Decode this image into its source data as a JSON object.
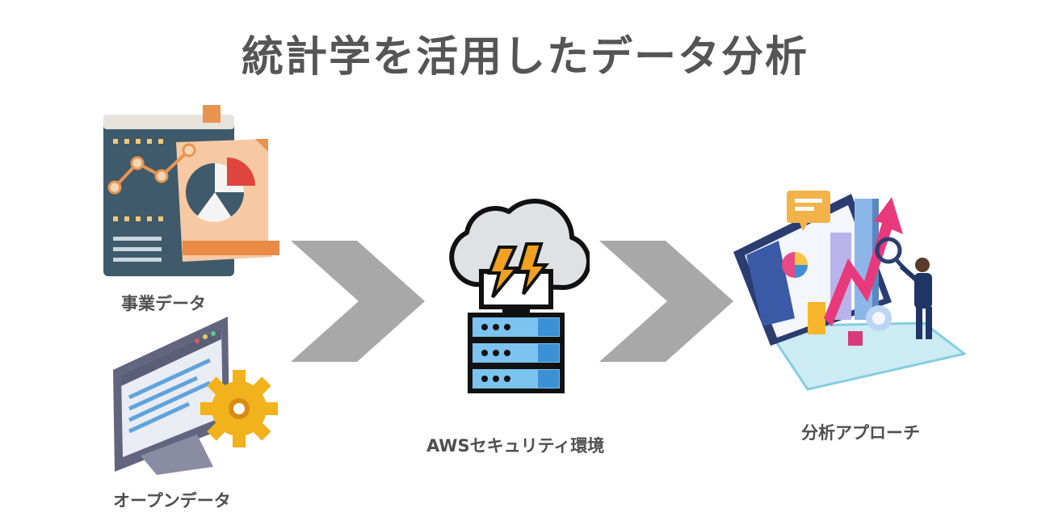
{
  "title": "統計学を活用したデータ分析",
  "nodes": {
    "business_data": {
      "label": "事業データ",
      "icon": "business-report-icon"
    },
    "open_data": {
      "label": "オープンデータ",
      "icon": "monitor-settings-icon"
    },
    "aws": {
      "label": "AWSセキュリティ環境",
      "icon": "cloud-server-icon"
    },
    "analysis": {
      "label": "分析アプローチ",
      "icon": "data-analysis-dashboard-icon"
    }
  },
  "colors": {
    "arrow": "#a8a8a8",
    "title": "#555555",
    "dark_panel": "#3e5a6b",
    "accent_orange": "#e48a45",
    "accent_red": "#e0453d",
    "server_blue": "#7cc3f0",
    "lightning": "#f1a220"
  }
}
